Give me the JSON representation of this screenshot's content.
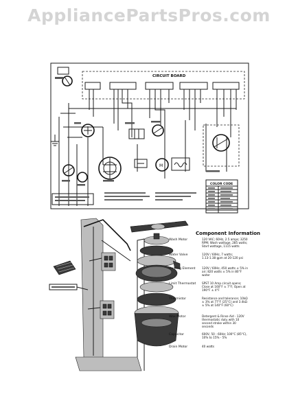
{
  "watermark": "AppliancePartsPros.com",
  "schematic": {
    "board_title": "CIRCUIT BOARD",
    "color_code_title": "COLOR CODE"
  },
  "component_info": {
    "title": "Component Information",
    "rows": [
      {
        "name": "Wash Motor",
        "spec": "120 VAC; 60Hz, 2.5 amps; 3250 RPM; Wash wattage, 285 watts; Start wattage, 1115 watts"
      },
      {
        "name": "Water Valve",
        "spec": "120V / 60Hz, 7 watts; 1.13-1.38 gpm at 20-120 psi"
      },
      {
        "name": "Heating Element",
        "spec": "120V / 60Hz, 450 watts ± 5% in air; 820 watts ± 5% in 80°F water"
      },
      {
        "name": "Limit Thermostat",
        "spec": "SPST 10 Amp circuit opens; Close at 160°F ± 7°F; Open at 190°F ± 4°F"
      },
      {
        "name": "Thermistor",
        "spec": "Resistance and tolerance; 10kΩ ± 3% at 77°F (25°C) and 3.4kΩ ± 5% at 140°F (60°C)"
      },
      {
        "name": "Wax Motor",
        "spec": "Detergent & Rinse Aid - 120V thermostatic duty with 10 second stroke within 30 seconds"
      },
      {
        "name": "Capacitor",
        "spec": "600V, 50 - 60Hz; 100°C (85°C), 10% to 15% - 5%"
      },
      {
        "name": "Drain Motor",
        "spec": "40 watts"
      }
    ]
  }
}
